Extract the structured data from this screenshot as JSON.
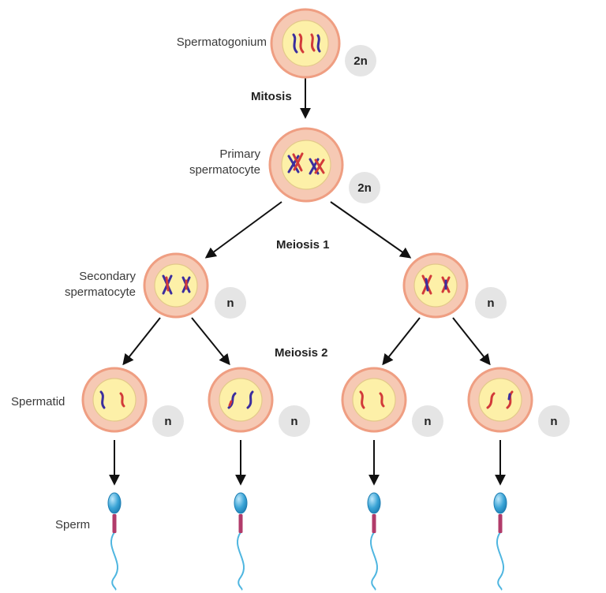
{
  "labels": {
    "spermatogonium": "Spermatogonium",
    "primary_1": "Primary",
    "primary_2": "spermatocyte",
    "secondary_1": "Secondary",
    "secondary_2": "spermatocyte",
    "spermatid": "Spermatid",
    "sperm": "Sperm"
  },
  "stages": {
    "mitosis": "Mitosis",
    "meiosis1": "Meiosis 1",
    "meiosis2": "Meiosis 2"
  },
  "ploidy": {
    "spermatogonium": "2n",
    "primary": "2n",
    "secondary_left": "n",
    "secondary_right": "n",
    "spermatid_1": "n",
    "spermatid_2": "n",
    "spermatid_3": "n",
    "spermatid_4": "n"
  },
  "colors": {
    "cell_outer": "#f6c9b4",
    "cell_border": "#ef9e82",
    "nucleus": "#fdf0a8",
    "chromosome_blue": "#3b2e9e",
    "chromosome_red": "#d23a3a",
    "arrow": "#111111",
    "sperm_head": "#3aa4d6",
    "sperm_tail": "#4fb6e0",
    "sperm_midpiece": "#b13b6a"
  }
}
